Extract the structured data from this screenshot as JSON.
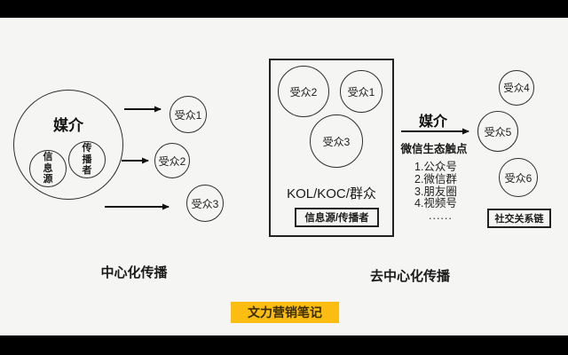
{
  "canvas": {
    "content_bg": "#f5f5f4",
    "line_color": "#222222",
    "accent_yellow": "#fcbd12"
  },
  "left_model": {
    "label": "中心化传播",
    "hub": {
      "title": "媒介",
      "source_circle": "信息源",
      "spreader_circle": "传播者"
    },
    "audiences": [
      "受众1",
      "受众2",
      "受众3"
    ]
  },
  "right_model": {
    "label": "去中心化传播",
    "group_box": {
      "circles": [
        "受众2",
        "受众1",
        "受众3"
      ],
      "caption": "KOL/KOC/群众",
      "source_box": "信息源/传播者"
    },
    "channel": {
      "title": "媒介",
      "subtitle": "微信生态触点",
      "items": [
        "1.公众号",
        "2.微信群",
        "3.朋友圈",
        "4.视频号"
      ],
      "ellipsis": "......"
    },
    "audiences": [
      "受众4",
      "受众5",
      "受众6"
    ],
    "relation_box": "社交关系链"
  },
  "footer": {
    "watermark": "文力营销笔记"
  }
}
